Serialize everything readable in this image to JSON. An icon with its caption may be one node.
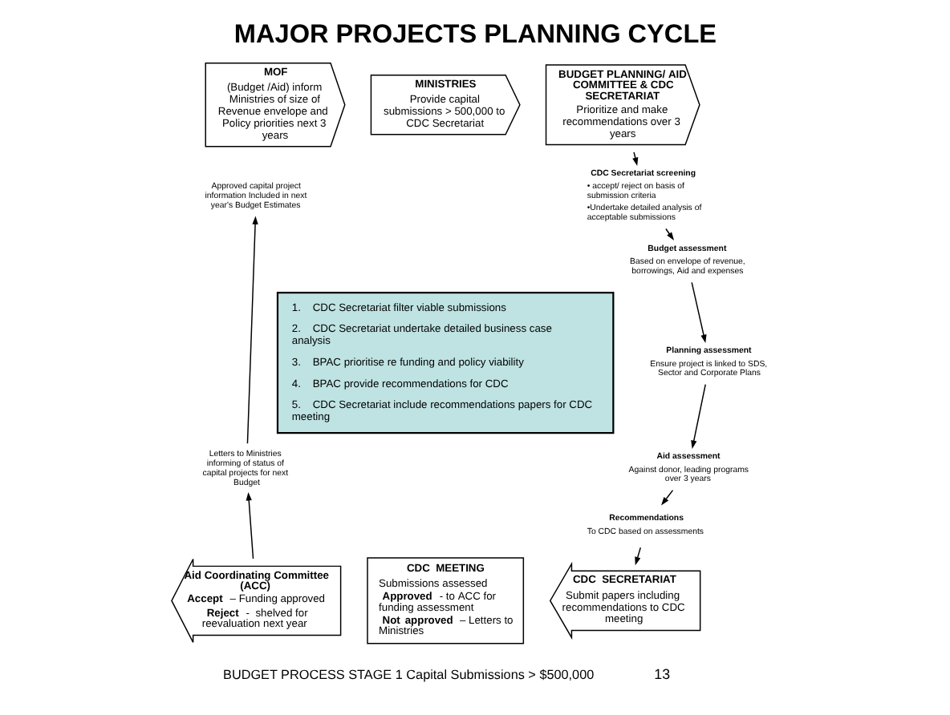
{
  "diagram": {
    "title": "MAJOR PROJECTS PLANNING CYCLE",
    "caption": "BUDGET PROCESS STAGE 1 Capital Submissions > $500,000",
    "nodes": [
      {
        "text": [
          "MOF",
          "(Budget /Aid) inform Ministries of size of Revenue envelope and Policy priorities next 3 years"
        ]
      },
      {
        "text": [
          "MINISTRIES",
          "Provide capital submissions > 500,000 to CDC Secretariat"
        ]
      },
      {
        "text": [
          "BUDGET PLANNING/ AID COMMITTEE & CDC SECRETARIAT",
          "Prioritize and make recommendations over 3 years"
        ]
      },
      {
        "text": [
          "CDC Secretariat screening",
          "• accept/ reject on basis of submission criteria",
          "•Undertake detailed analysis of acceptable submissions"
        ]
      },
      {
        "text": [
          "Budget assessment",
          "Based on envelope of revenue, borrowings, Aid and expenses"
        ]
      },
      {
        "text": [
          "Planning assessment",
          "Ensure project is linked to SDS, Sector and Corporate Plans"
        ]
      },
      {
        "text": [
          "Aid assessment",
          "Against donor, leading programs over 3 years"
        ]
      },
      {
        "text": [
          "Recommendations",
          "To CDC based on assessments"
        ]
      },
      {
        "text": [
          "CDC  SECRETARIAT",
          "Submit papers including recommendations to CDC meeting"
        ]
      },
      {
        "text": [
          "CDC  MEETING",
          "Submissions assessed",
          "**Approved** - to ACC for funding assessment",
          "**Not approved** – Letters to Ministries"
        ]
      },
      {
        "text": [
          "Aid Coordinating Committee (ACC)",
          "**Accept** – Funding approved",
          "**Reject** -  shelved for reevaluation next year"
        ]
      },
      {
        "text": [
          "Letters to Ministries informing of status of capital projects for next Budget"
        ]
      },
      {
        "text": [
          "Approved capital project information Included in next year's Budget Estimates"
        ]
      },
      {
        "text": [
          "1.    CDC Secretariat filter viable submissions",
          "2.    CDC Secretariat undertake detailed business case analysis",
          "3.    BPAC prioritise re funding and policy viability",
          "4.    BPAC provide recommendations for CDC",
          "5.    CDC Secretariat include recommendations papers for CDC meeting"
        ]
      }
    ],
    "edges": [
      {
        "from": 2,
        "to": 3,
        "arrow": "to"
      },
      {
        "from": 3,
        "to": 4,
        "arrow": "to"
      },
      {
        "from": 4,
        "to": 5,
        "arrow": "to"
      },
      {
        "from": 5,
        "to": 6,
        "arrow": "to"
      },
      {
        "from": 6,
        "to": 7,
        "arrow": "to"
      },
      {
        "from": 7,
        "to": 8,
        "arrow": "to"
      },
      {
        "from": 10,
        "to": 11,
        "arrow": "to"
      },
      {
        "from": 11,
        "to": 12,
        "arrow": "to"
      }
    ],
    "labels": [
      "13"
    ]
  }
}
